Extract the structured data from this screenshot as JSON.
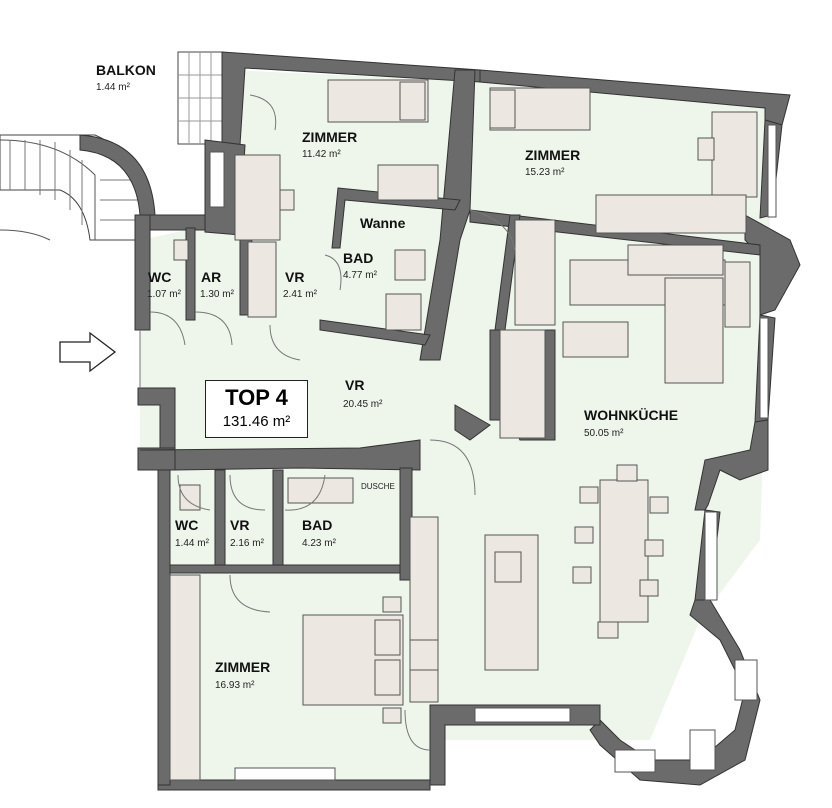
{
  "unit_label": {
    "title": "TOP 4",
    "area": "131.46 m²"
  },
  "rooms": {
    "balkon": {
      "name": "BALKON",
      "area": "1.44 m²"
    },
    "zimmer1": {
      "name": "ZIMMER",
      "area": "11.42 m²"
    },
    "zimmer2": {
      "name": "ZIMMER",
      "area": "15.23 m²"
    },
    "wanne": {
      "name": "Wanne"
    },
    "bad1": {
      "name": "BAD",
      "area": "4.77 m²"
    },
    "wc1": {
      "name": "WC",
      "area": "1.07 m²"
    },
    "ar": {
      "name": "AR",
      "area": "1.30 m²"
    },
    "vr1": {
      "name": "VR",
      "area": "2.41 m²"
    },
    "vr_main": {
      "name": "VR",
      "area": "20.45 m²"
    },
    "wohnkueche": {
      "name": "WOHNKÜCHE",
      "area": "50.05 m²"
    },
    "wc2": {
      "name": "WC",
      "area": "1.44 m²"
    },
    "vr2": {
      "name": "VR",
      "area": "2.16 m²"
    },
    "bad2": {
      "name": "BAD",
      "area": "4.23 m²"
    },
    "dusche": {
      "name": "DUSCHE"
    },
    "zimmer3": {
      "name": "ZIMMER",
      "area": "16.93 m²"
    }
  },
  "icons": {
    "entrance": "arrow-right-outline-icon"
  },
  "colors": {
    "floor": "#eef6ec",
    "wall": "#6b6b6b",
    "furniture": "#ece7e0"
  }
}
